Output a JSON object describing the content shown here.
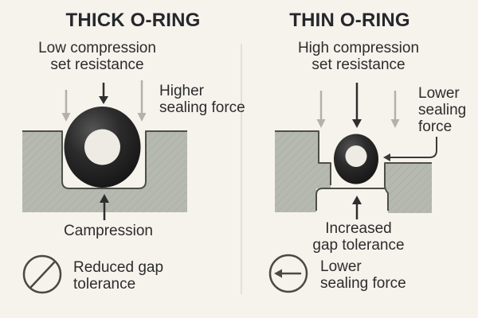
{
  "figure": {
    "type": "technical-comparison-diagram",
    "subject": "O-ring cross-section comparison: thick vs thin o-ring in a gland"
  },
  "left_panel": {
    "title": "THICK O-RING",
    "compression_set_label": "Low compression\nset resistance",
    "sealing_force_label": "Higher\nsealing force",
    "compression_label": "Campression",
    "gap_tolerance_label": "Reduced gap\ntolerance"
  },
  "right_panel": {
    "title": "THIN O-RING",
    "compression_set_label": "High compression\nset resistance",
    "sealing_force_label": "Lower\nsealing\nforce",
    "gap_tolerance_label": "Increased\ngap tolerance",
    "footer_sealing_label": "Lower\nsealing force"
  },
  "icons": {
    "left_footer": "circle-with-diagonal-slash-icon",
    "right_footer": "circle-with-left-arrow-icon"
  },
  "colors": {
    "background": "#f6f3ed",
    "block_fill": "#b6b9b0",
    "block_hatch": "#adb0a7",
    "block_outline": "#4e4e48",
    "oring_dark": "#1a1a1a",
    "oring_highlight": "#555555",
    "oring_hole": "#edebe4",
    "arrow_black": "#2e2e2e",
    "arrow_gray": "#b3b2aa",
    "divider": "#dcd9d0",
    "text": "#2c2c2c"
  }
}
